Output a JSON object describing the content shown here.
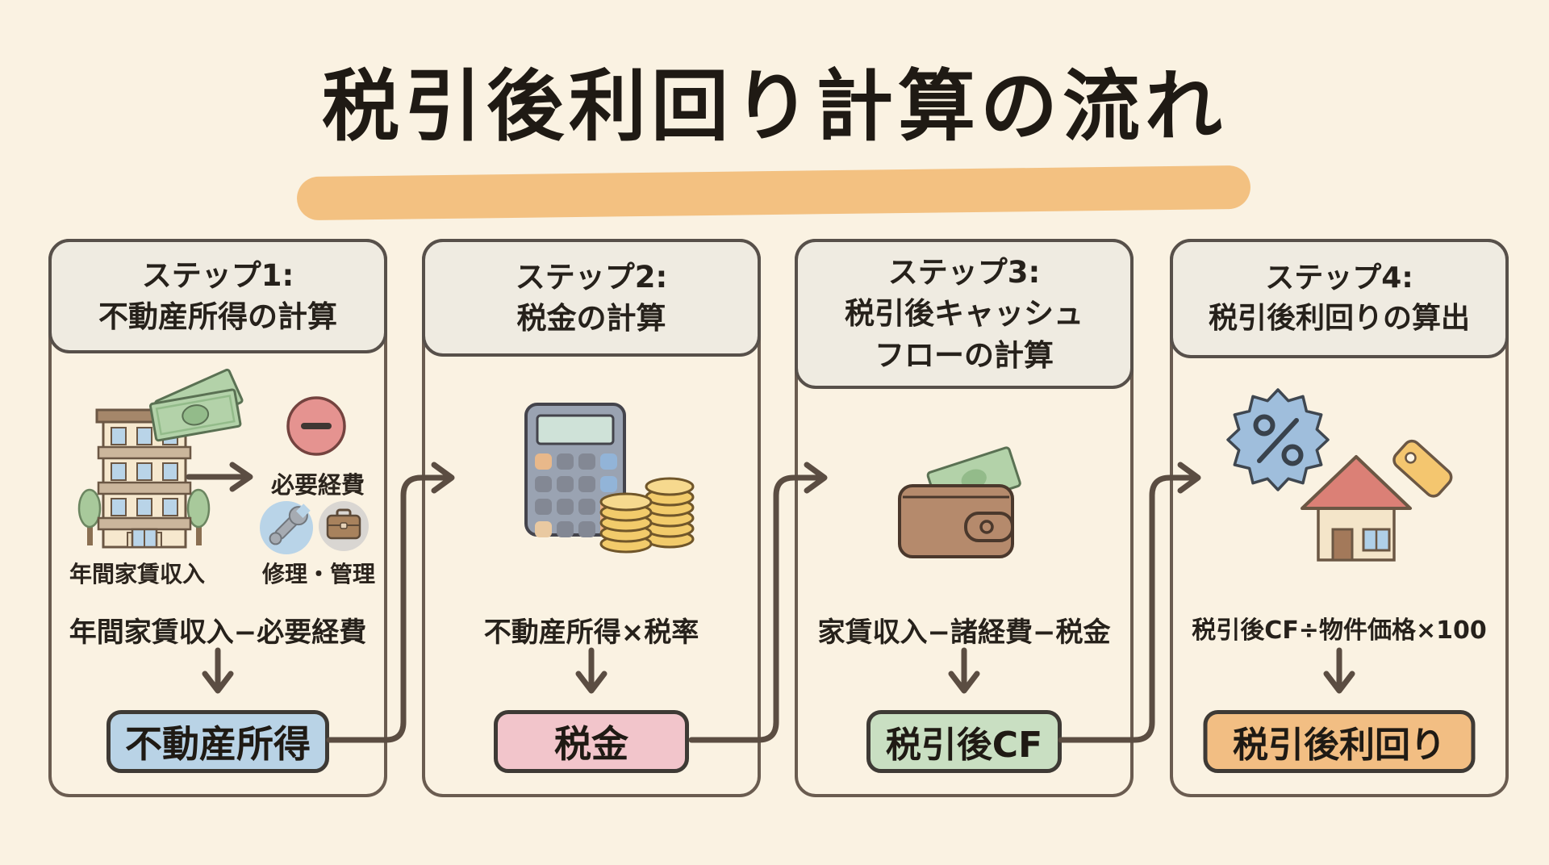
{
  "title": {
    "text": "税引後利回り計算の流れ"
  },
  "steps": [
    {
      "header_lines": [
        "ステップ1:",
        "不動産所得の計算"
      ],
      "labels": {
        "income": "年間家賃収入",
        "expense": "必要経費",
        "repair": "修理・管理"
      },
      "icons": [
        "apartment-building-icon",
        "money-bills-icon",
        "minus-circle-icon",
        "wrench-icon",
        "briefcase-icon"
      ],
      "formula": "年間家賃収入−必要経費",
      "result": "不動産所得",
      "result_color": "#B9D3E6"
    },
    {
      "header_lines": [
        "ステップ2:",
        "税金の計算"
      ],
      "icons": [
        "calculator-icon",
        "coin-stacks-icon"
      ],
      "formula": "不動産所得×税率",
      "result": "税金",
      "result_color": "#F2C5CB"
    },
    {
      "header_lines": [
        "ステップ3:",
        "税引後キャッシュ",
        "フローの計算"
      ],
      "icons": [
        "wallet-icon",
        "money-bill-icon"
      ],
      "formula": "家賃収入−諸経費−税金",
      "result": "税引後CF",
      "result_color": "#C9DFC2"
    },
    {
      "header_lines": [
        "ステップ4:",
        "税引後利回りの算出"
      ],
      "icons": [
        "percent-seal-icon",
        "house-icon",
        "price-tag-icon"
      ],
      "formula": "税引後CF÷物件価格×100",
      "result": "税引後利回り",
      "result_color": "#F2BE83"
    }
  ],
  "colors": {
    "background": "#FAF2E2",
    "title_highlight": "#F2BE7B",
    "card_outline": "#6A5C50",
    "header_fill": "#EFEBE1",
    "arrow": "#5B4D42",
    "result_border": "#3E3A35"
  }
}
